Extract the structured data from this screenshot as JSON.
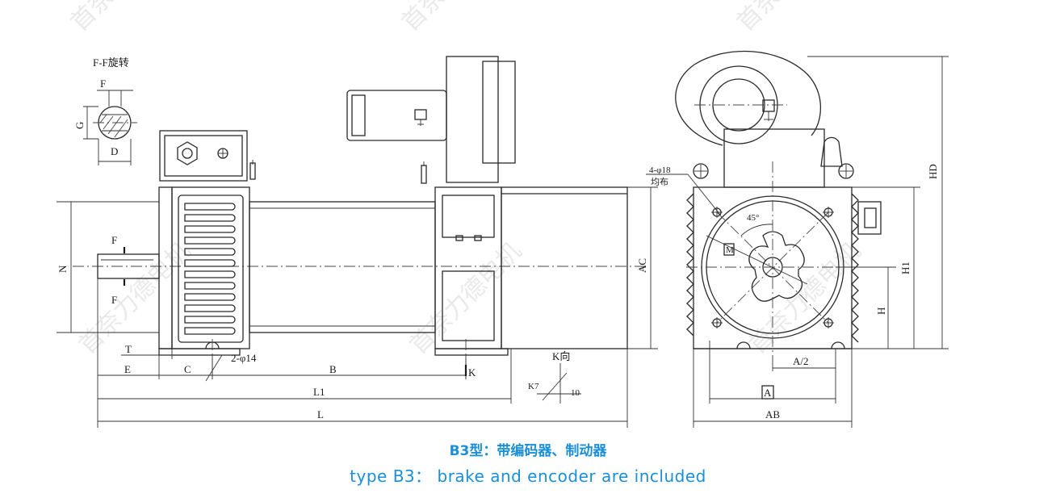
{
  "watermark": "首奈力德电机",
  "section_view_title": "F-F旋转",
  "labels": {
    "F_top": "F",
    "G": "G",
    "D": "D",
    "F_upper": "F",
    "F_lower": "F",
    "N": "N",
    "T": "T",
    "E": "E",
    "C": "C",
    "B": "B",
    "K": "K",
    "L1": "L1",
    "L": "L",
    "AC": "AC",
    "bolt": "2-φ14",
    "k_view": "K向",
    "k7": "K7",
    "ten": "10",
    "holes": "4-φ18",
    "holes_note": "均布",
    "angle": "45°",
    "M": "M",
    "A_half": "A/2",
    "A": "A",
    "AB": "AB",
    "H": "H",
    "H1": "H1",
    "HD": "HD"
  },
  "caption": {
    "cn": "B3型：带编码器、制动器",
    "en": "type B3：  brake and encoder are included"
  },
  "colors": {
    "caption": "#1a8fd8",
    "line": "#2a2a2a"
  }
}
